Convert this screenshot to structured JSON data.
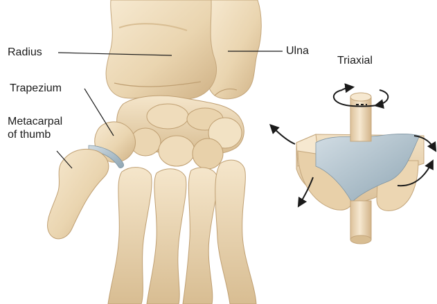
{
  "labels": {
    "radius": "Radius",
    "ulna": "Ulna",
    "triaxial": "Triaxial",
    "trapezium": "Trapezium",
    "metacarpal": "Metacarpal\nof thumb"
  },
  "colors": {
    "bone_light": "#f3e3c6",
    "bone_mid": "#e6cfa6",
    "bone_dark": "#c9a97a",
    "cartilage": "#a9bcc8",
    "leader_line": "#1a1a1a",
    "arrow": "#1a1a1a"
  },
  "icons": [
    "rotation-arrow-icon",
    "double-arrow-icon"
  ]
}
